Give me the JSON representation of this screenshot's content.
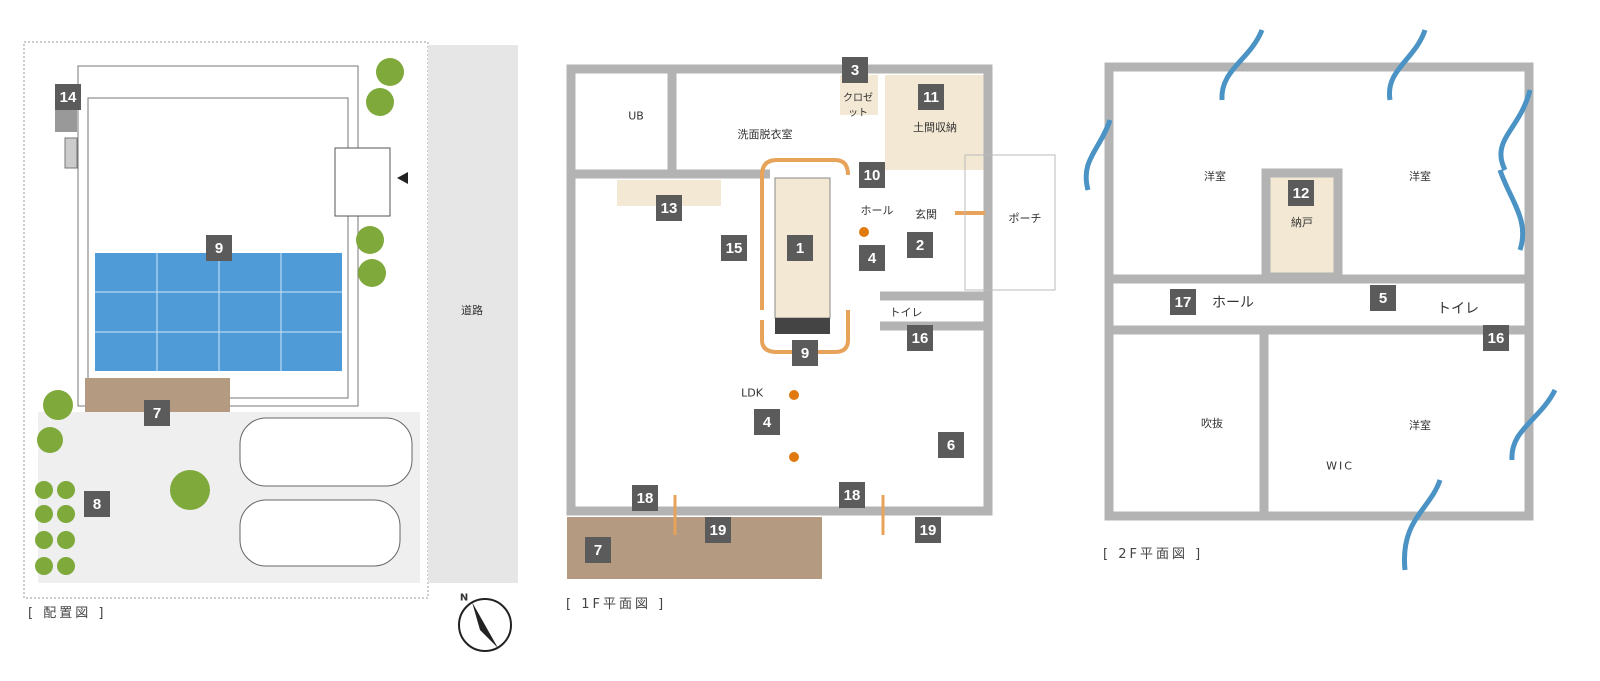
{
  "site_plan": {
    "caption": "[ 配置図 ]",
    "road_label": "道路",
    "badges": [
      "14",
      "9",
      "7",
      "8"
    ]
  },
  "floor1": {
    "caption": "[ 1F平面図 ]",
    "rooms": {
      "ub": "UB",
      "washroom": "洗面脱衣室",
      "closet": "クロゼット",
      "storage": "土間収納",
      "hall": "ホール",
      "entrance": "玄関",
      "porch": "ポーチ",
      "toilet": "トイレ",
      "ldk": "LDK"
    },
    "badges": [
      "3",
      "11",
      "10",
      "13",
      "1",
      "15",
      "2",
      "4",
      "16",
      "9",
      "4",
      "6",
      "18",
      "18",
      "19",
      "19",
      "7"
    ]
  },
  "floor2": {
    "caption": "[ 2F平面図 ]",
    "rooms": {
      "western1": "洋室",
      "western2": "洋室",
      "western3": "洋室",
      "storeroom": "納戸",
      "hall": "ホール",
      "toilet": "トイレ",
      "void": "吹抜",
      "wic": "WIC"
    },
    "badges": [
      "12",
      "17",
      "5",
      "16"
    ]
  },
  "compass": {
    "north": "N"
  },
  "colors": {
    "wall": "#b3b3b3",
    "badge": "#5b5b5b",
    "accent": "#e8a35a",
    "wood": "#f3e8d3",
    "wind": "#4a93c4",
    "deck": "#b39a80",
    "solar": "#4f9bd8"
  }
}
